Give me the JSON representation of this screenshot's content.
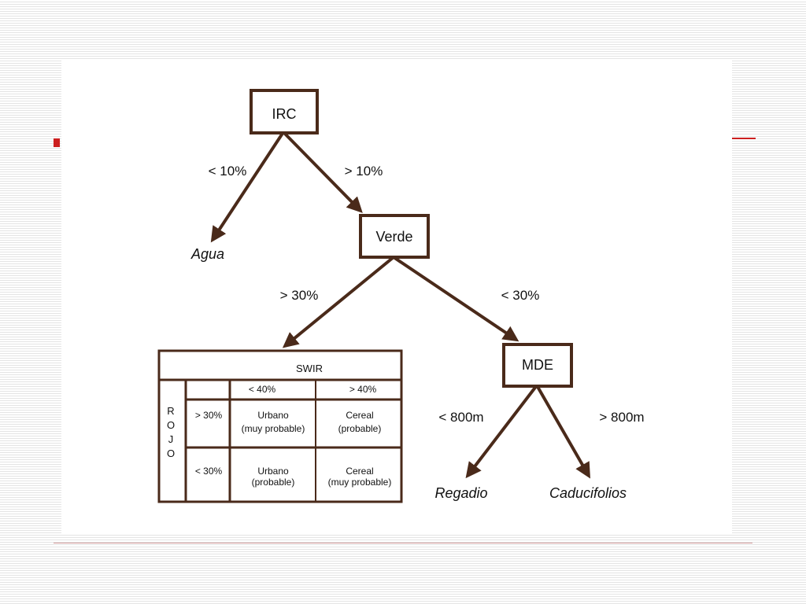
{
  "diagram": {
    "root": {
      "label": "IRC"
    },
    "edges": {
      "irc_left": "< 10%",
      "irc_right": "> 10%",
      "verde_left": "> 30%",
      "verde_right": "< 30%",
      "mde_left": "< 800m",
      "mde_right": "> 800m"
    },
    "nodes": {
      "verde": "Verde",
      "mde": "MDE"
    },
    "leaves": {
      "agua": "Agua",
      "regadio": "Regadio",
      "caducifolios": "Caducifolios"
    },
    "table": {
      "header": "SWIR",
      "row_axis": [
        "R",
        "O",
        "J",
        "O"
      ],
      "col_headers": [
        "< 40%",
        "> 40%"
      ],
      "rows": [
        {
          "label": "> 30%",
          "cells": [
            [
              "Urbano",
              "(muy probable)"
            ],
            [
              "Cereal",
              "(probable)"
            ]
          ]
        },
        {
          "label": "< 30%",
          "cells": [
            [
              "Urbano",
              "(probable)"
            ],
            [
              "Cereal",
              "(muy probable)"
            ]
          ]
        }
      ]
    }
  },
  "colors": {
    "stroke": "#4a2a1a",
    "accent": "#cc1f1f"
  }
}
